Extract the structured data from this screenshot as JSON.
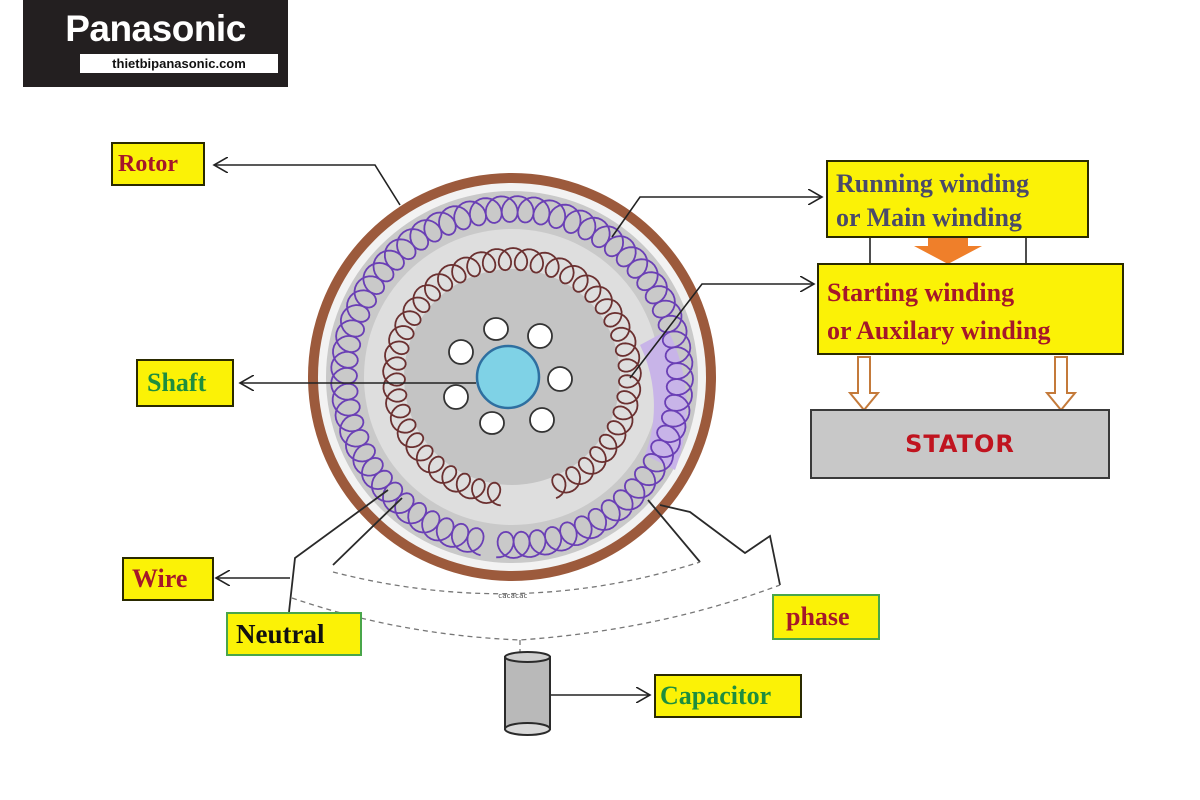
{
  "logo": {
    "brand": "Panasonic",
    "url": "thietbipanasonic.com"
  },
  "labels": {
    "rotor": "Rotor",
    "shaft": "Shaft",
    "wire": "Wire",
    "neutral": "Neutral",
    "phase": "phase",
    "capacitor": "Capacitor",
    "running_line1": "Running winding",
    "running_line2": "or Main winding",
    "starting_line1": "Starting winding",
    "starting_line2": "or Auxilary winding",
    "stator": "STATOR"
  },
  "colors": {
    "label_fill": "#fbf206",
    "rotor_ring": "#9c5a3c",
    "main_coil": "#6a3fb5",
    "aux_coil": "#6b3030",
    "core": "#c9c9c9",
    "shaft": "#7fd2e6",
    "arrow_orange": "#ef7f2a",
    "red_text": "#a5172a",
    "green_text": "#1e8e3e"
  }
}
